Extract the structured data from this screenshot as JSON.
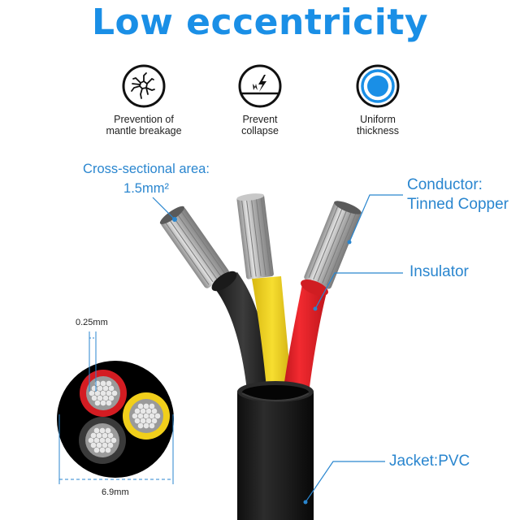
{
  "title": "Low eccentricity",
  "colors": {
    "accent": "#1a8fe6",
    "label_blue": "#2a86cf",
    "jacket": "#1c1c1c",
    "core_red": "#e5222a",
    "core_yellow": "#f3d21c",
    "core_black": "#2b2b2b",
    "conductor": "#b8b8b8"
  },
  "features": [
    {
      "icon": "cracked-surface-icon",
      "line1": "Prevention of",
      "line2": "mantle breakage"
    },
    {
      "icon": "lightning-impact-icon",
      "line1": "Prevent",
      "line2": "collapse"
    },
    {
      "icon": "concentric-circle-icon",
      "line1": "Uniform",
      "line2": "thickness"
    }
  ],
  "callouts": {
    "cross_section_label": "Cross-sectional area:",
    "cross_section_value": "1.5mm²",
    "conductor_label": "Conductor:",
    "conductor_value": "Tinned Copper",
    "insulator": "Insulator",
    "jacket": "Jacket:PVC"
  },
  "cross_section_diagram": {
    "strand_dimension": "0.25mm",
    "outer_diameter": "6.9mm",
    "cores": [
      "red",
      "yellow",
      "black"
    ]
  }
}
